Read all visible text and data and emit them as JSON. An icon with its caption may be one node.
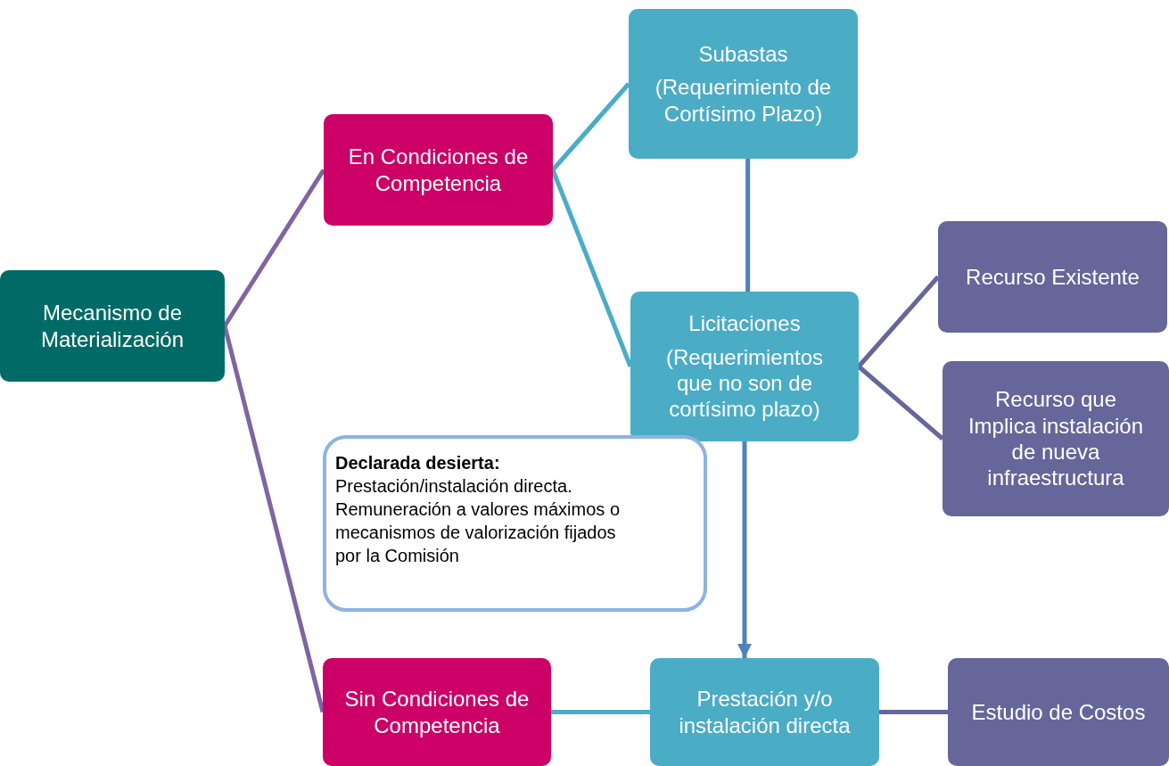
{
  "diagram": {
    "nodes": [
      {
        "text": [
          "Mecanismo de Materialización"
        ]
      },
      {
        "text": [
          "En Condiciones de Competencia"
        ]
      },
      {
        "text": [
          "Subastas",
          "(Requerimiento de Cortísimo Plazo)"
        ]
      },
      {
        "text": [
          "Licitaciones",
          "(Requerimientos que no son de cortísimo plazo)"
        ]
      },
      {
        "text": [
          "Recurso Existente"
        ]
      },
      {
        "text": [
          "Recurso que Implica instalación de nueva infraestructura"
        ]
      },
      {
        "text": [
          "**Declarada desierta:** Prestación/instalación directa. Remuneración a valores máximos o mecanismos de valorización fijados por la Comisión"
        ]
      },
      {
        "text": [
          "Sin Condiciones de Competencia"
        ]
      },
      {
        "text": [
          "Prestación y/o instalación directa"
        ]
      },
      {
        "text": [
          "Estudio de Costos"
        ]
      }
    ],
    "edges": [
      {
        "from": 0,
        "to": 1,
        "arrow": "none",
        "color": "#8064a2"
      },
      {
        "from": 0,
        "to": 7,
        "arrow": "none",
        "color": "#8064a2"
      },
      {
        "from": 1,
        "to": 2,
        "arrow": "none",
        "color": "#4bacc6"
      },
      {
        "from": 1,
        "to": 3,
        "arrow": "none",
        "color": "#4bacc6"
      },
      {
        "from": 2,
        "to": 3,
        "arrow": "none",
        "color": "#4f81bd"
      },
      {
        "from": 3,
        "to": 4,
        "arrow": "none",
        "color": "#66669a"
      },
      {
        "from": 3,
        "to": 5,
        "arrow": "none",
        "color": "#66669a"
      },
      {
        "from": 3,
        "to": 8,
        "arrow": "to",
        "color": "#4f81bd"
      },
      {
        "from": 7,
        "to": 8,
        "arrow": "none",
        "color": "#4bacc6"
      },
      {
        "from": 8,
        "to": 9,
        "arrow": "none",
        "color": "#66669a"
      }
    ]
  }
}
